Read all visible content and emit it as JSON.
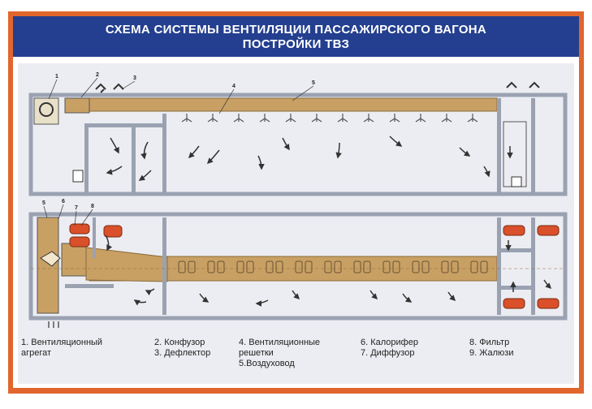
{
  "header": {
    "title_line1": "СХЕМА СИСТЕМЫ ВЕНТИЛЯЦИИ ПАССАЖИРСКОГО ВАГОНА",
    "title_line2": "ПОСТРОЙКИ ТВЗ"
  },
  "callouts": {
    "top": [
      "1",
      "2",
      "3",
      "4",
      "5"
    ],
    "bottom": [
      "5",
      "6",
      "7",
      "8"
    ]
  },
  "legend": {
    "col1": [
      "1. Вентиляционный",
      "агрегат"
    ],
    "col2": [
      "2. Конфузор",
      "3. Дефлектор"
    ],
    "col3": [
      "4. Вентиляционные",
      "решетки",
      "5.Воздуховод"
    ],
    "col4": [
      "6. Калорифер",
      "7. Диффузор"
    ],
    "col5": [
      "8. Фильтр",
      "9. Жалюзи"
    ]
  },
  "colors": {
    "frame": "#e1662d",
    "header_bg": "#243f8f",
    "duct": "#c8a064",
    "wall": "#9aa2b2",
    "heater": "#d9502a"
  }
}
